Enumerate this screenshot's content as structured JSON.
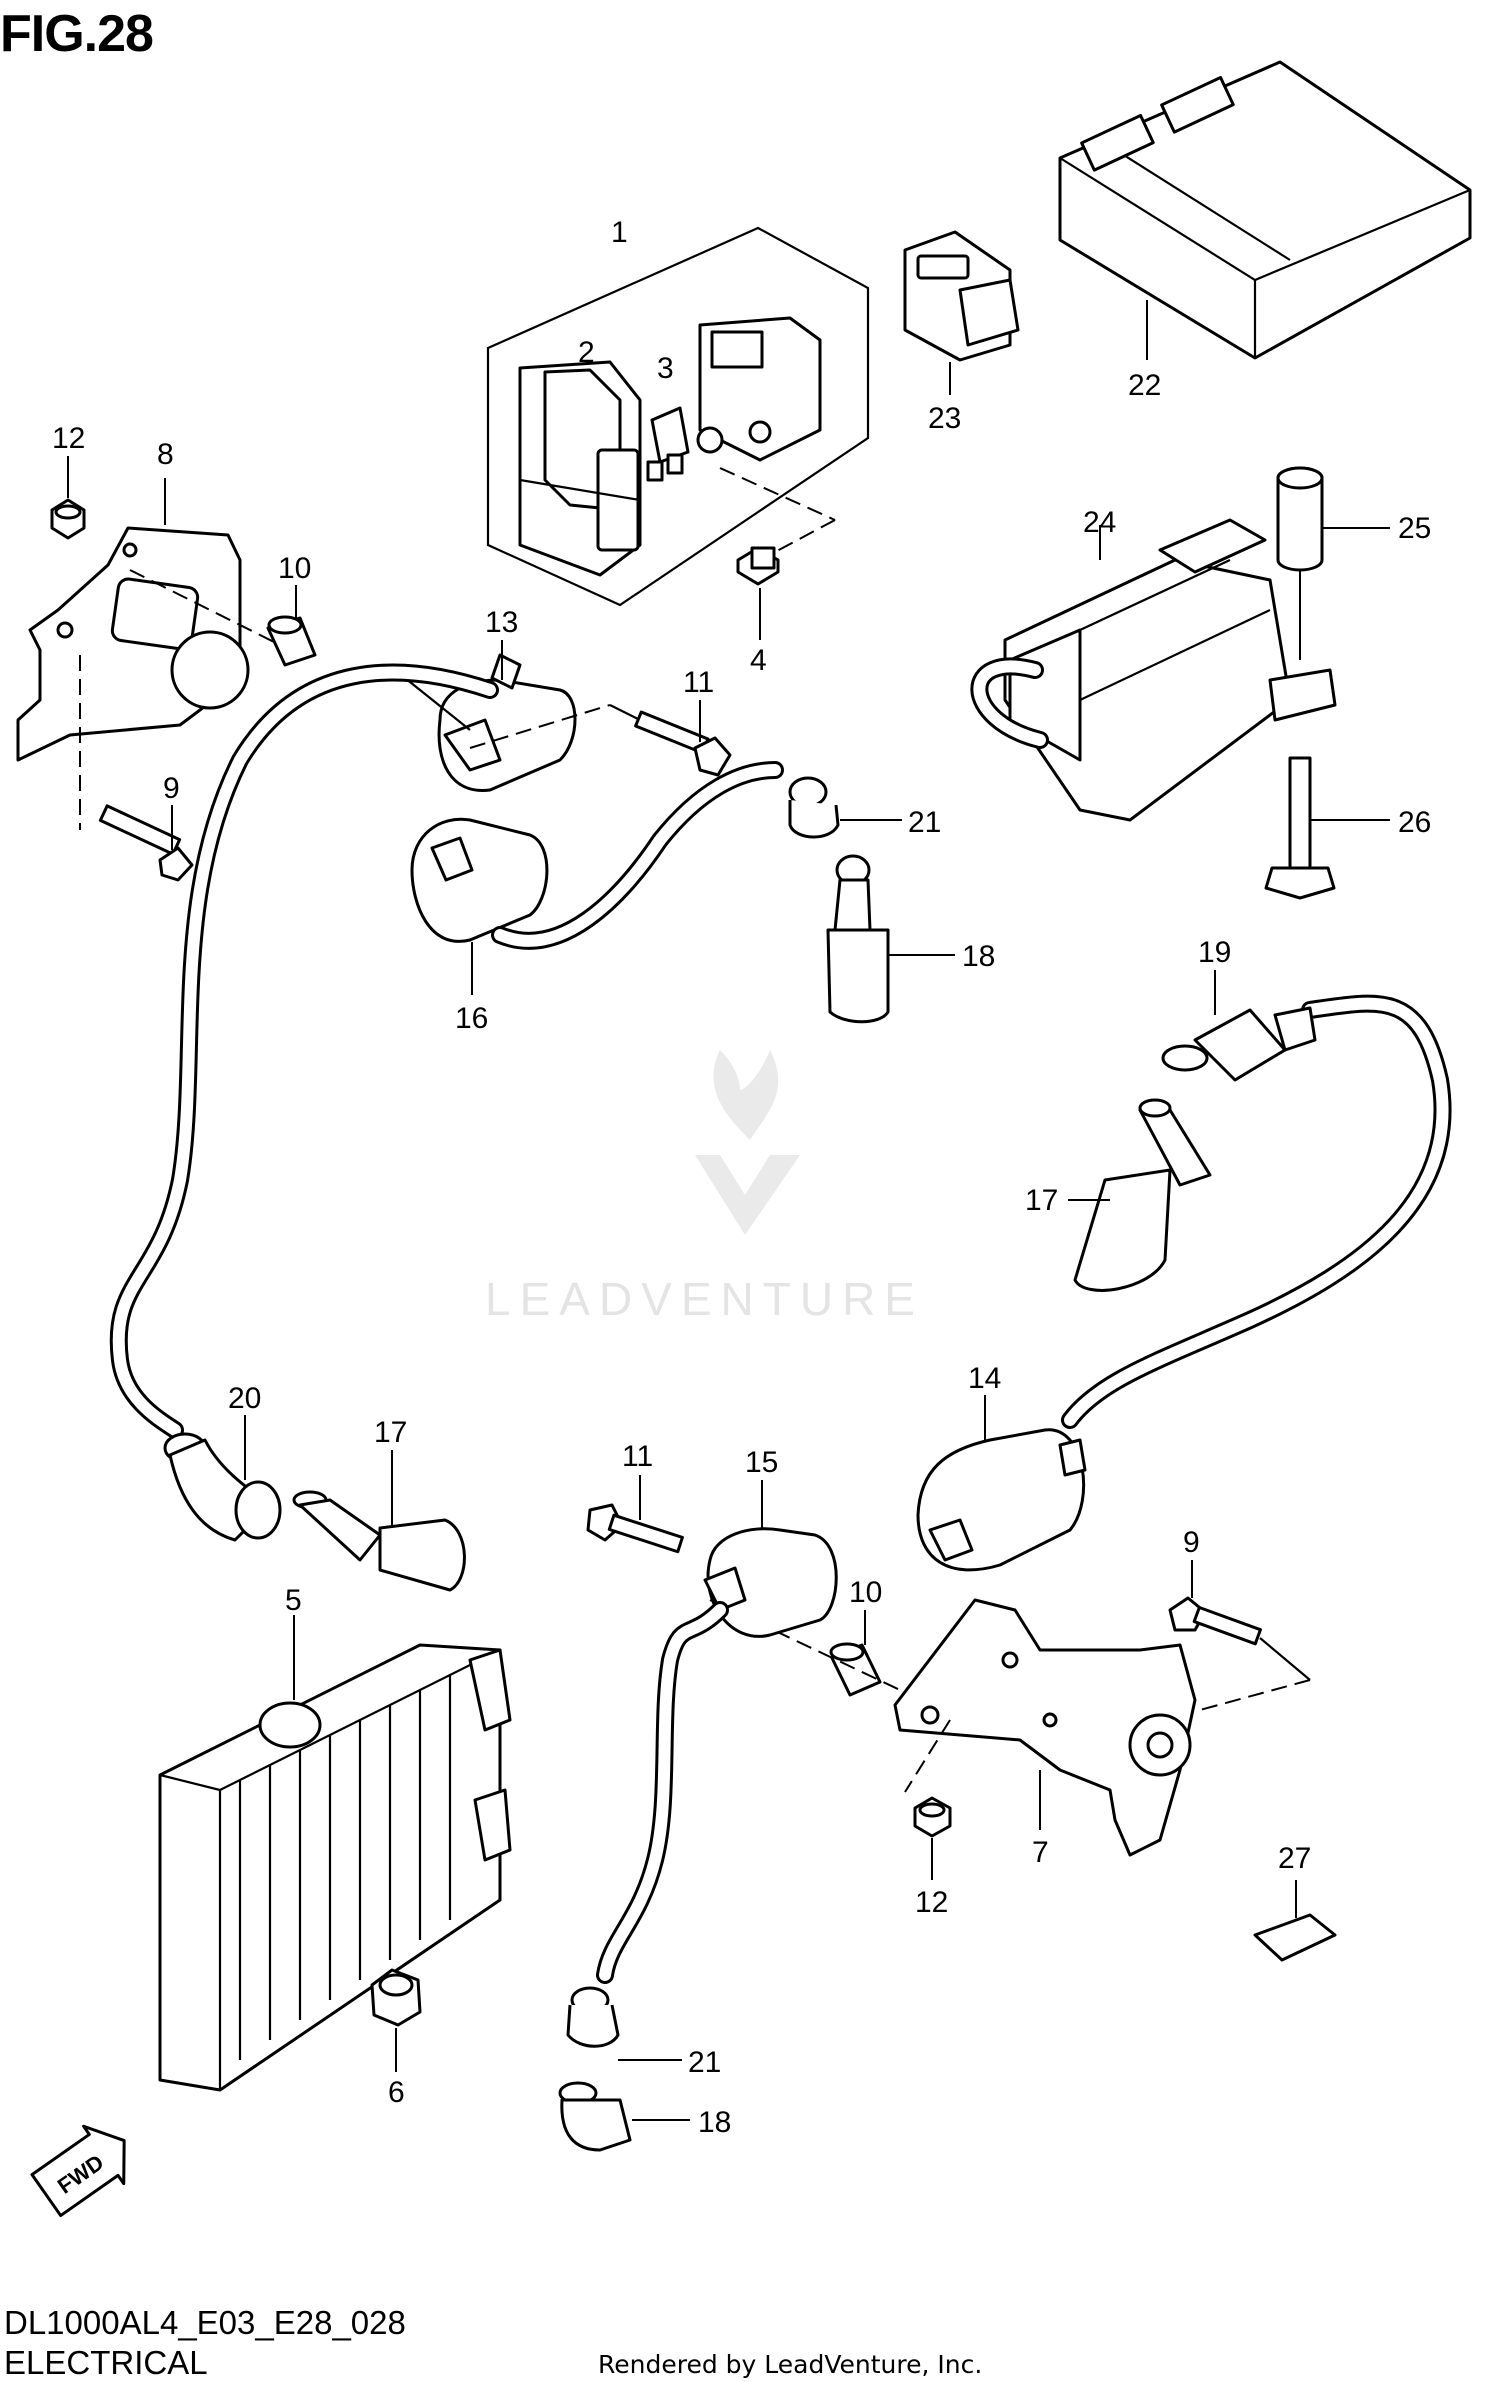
{
  "figure": {
    "title": "FIG.28",
    "model_code": "DL1000AL4_E03_E28_028",
    "section": "ELECTRICAL"
  },
  "credit": "Rendered by LeadVenture, Inc.",
  "watermark": {
    "text": "LEADVENTURE",
    "color": "#e4e4e4"
  },
  "fwd_badge": "FWD",
  "callouts": [
    "1",
    "2",
    "3",
    "4",
    "5",
    "6",
    "7",
    "8",
    "9",
    "9",
    "10",
    "10",
    "11",
    "11",
    "12",
    "12",
    "13",
    "14",
    "15",
    "16",
    "17",
    "17",
    "18",
    "18",
    "19",
    "20",
    "21",
    "21",
    "22",
    "23",
    "24",
    "25",
    "26",
    "27"
  ],
  "parts": [
    {
      "ref": "1",
      "name": "fuse-box-assembly"
    },
    {
      "ref": "2",
      "name": "fuse-box"
    },
    {
      "ref": "3",
      "name": "fuse"
    },
    {
      "ref": "4",
      "name": "bolt"
    },
    {
      "ref": "5",
      "name": "regulator-rectifier"
    },
    {
      "ref": "6",
      "name": "nut"
    },
    {
      "ref": "7",
      "name": "bracket-rear"
    },
    {
      "ref": "8",
      "name": "bracket-front"
    },
    {
      "ref": "9",
      "name": "bolt"
    },
    {
      "ref": "10",
      "name": "spacer"
    },
    {
      "ref": "11",
      "name": "bolt"
    },
    {
      "ref": "12",
      "name": "nut"
    },
    {
      "ref": "13",
      "name": "ignition-coil"
    },
    {
      "ref": "14",
      "name": "ignition-coil"
    },
    {
      "ref": "15",
      "name": "ignition-coil"
    },
    {
      "ref": "16",
      "name": "ignition-coil"
    },
    {
      "ref": "17",
      "name": "plug-cap"
    },
    {
      "ref": "18",
      "name": "plug-cap"
    },
    {
      "ref": "19",
      "name": "plug-cap"
    },
    {
      "ref": "20",
      "name": "plug-cap"
    },
    {
      "ref": "21",
      "name": "seal"
    },
    {
      "ref": "22",
      "name": "ecm"
    },
    {
      "ref": "23",
      "name": "connector"
    },
    {
      "ref": "24",
      "name": "abs-unit"
    },
    {
      "ref": "25",
      "name": "spacer"
    },
    {
      "ref": "26",
      "name": "bolt"
    },
    {
      "ref": "27",
      "name": "pad"
    }
  ]
}
